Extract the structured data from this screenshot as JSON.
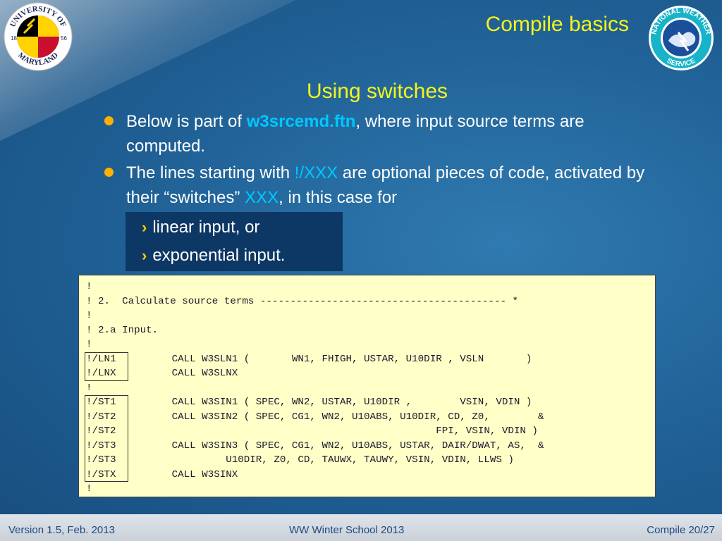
{
  "header": {
    "title": "Compile basics",
    "subtitle": "Using switches",
    "left_logo": {
      "icon": "university-of-maryland-seal",
      "text": "UNIVERSITY OF MARYLAND",
      "year_left": "18",
      "year_right": "56"
    },
    "right_logo": {
      "icon": "national-weather-service-logo",
      "text": "NATIONAL WEATHER SERVICE"
    }
  },
  "bullets": [
    {
      "pre": "Below is part of ",
      "highlight": "w3srcemd.ftn",
      "post": ", where input source terms are computed."
    },
    {
      "pre": "The lines starting with ",
      "highlight": "!/XXX",
      "mid": " are optional pieces of code, activated by their “switches” ",
      "highlight2": "XXX",
      "post": ", in this case for"
    }
  ],
  "sub_items": [
    "linear input, or",
    "exponential input."
  ],
  "code": {
    "lines": [
      {
        "sw": "",
        "text": "!"
      },
      {
        "sw": "",
        "text": "! 2.  Calculate source terms ----------------------------------------- *"
      },
      {
        "sw": "",
        "text": "!"
      },
      {
        "sw": "",
        "text": "! 2.a Input."
      },
      {
        "sw": "",
        "text": "!"
      },
      {
        "sw": "!/LN1",
        "text": "       CALL W3SLN1 (       WN1, FHIGH, USTAR, U10DIR , VSLN       )"
      },
      {
        "sw": "!/LNX",
        "text": "       CALL W3SLNX"
      },
      {
        "sw": "",
        "text": "!"
      },
      {
        "sw": "!/ST1",
        "text": "       CALL W3SIN1 ( SPEC, WN2, USTAR, U10DIR ,        VSIN, VDIN )"
      },
      {
        "sw": "!/ST2",
        "text": "       CALL W3SIN2 ( SPEC, CG1, WN2, U10ABS, U10DIR, CD, Z0,        &"
      },
      {
        "sw": "!/ST2",
        "text": "                                                   FPI, VSIN, VDIN )"
      },
      {
        "sw": "!/ST3",
        "text": "       CALL W3SIN3 ( SPEC, CG1, WN2, U10ABS, USTAR, DAIR/DWAT, AS,  &"
      },
      {
        "sw": "!/ST3",
        "text": "                U10DIR, Z0, CD, TAUWX, TAUWY, VSIN, VDIN, LLWS )"
      },
      {
        "sw": "!/STX",
        "text": "       CALL W3SINX"
      },
      {
        "sw": "",
        "text": "!"
      }
    ]
  },
  "footer": {
    "left": "Version 1.5, Feb. 2013",
    "center": "WW Winter School 2013",
    "right": "Compile 20/27"
  },
  "colors": {
    "title": "#f5f51a",
    "highlight": "#00c8ff",
    "bullet": "#ffb000",
    "code_bg": "#ffffc8"
  }
}
